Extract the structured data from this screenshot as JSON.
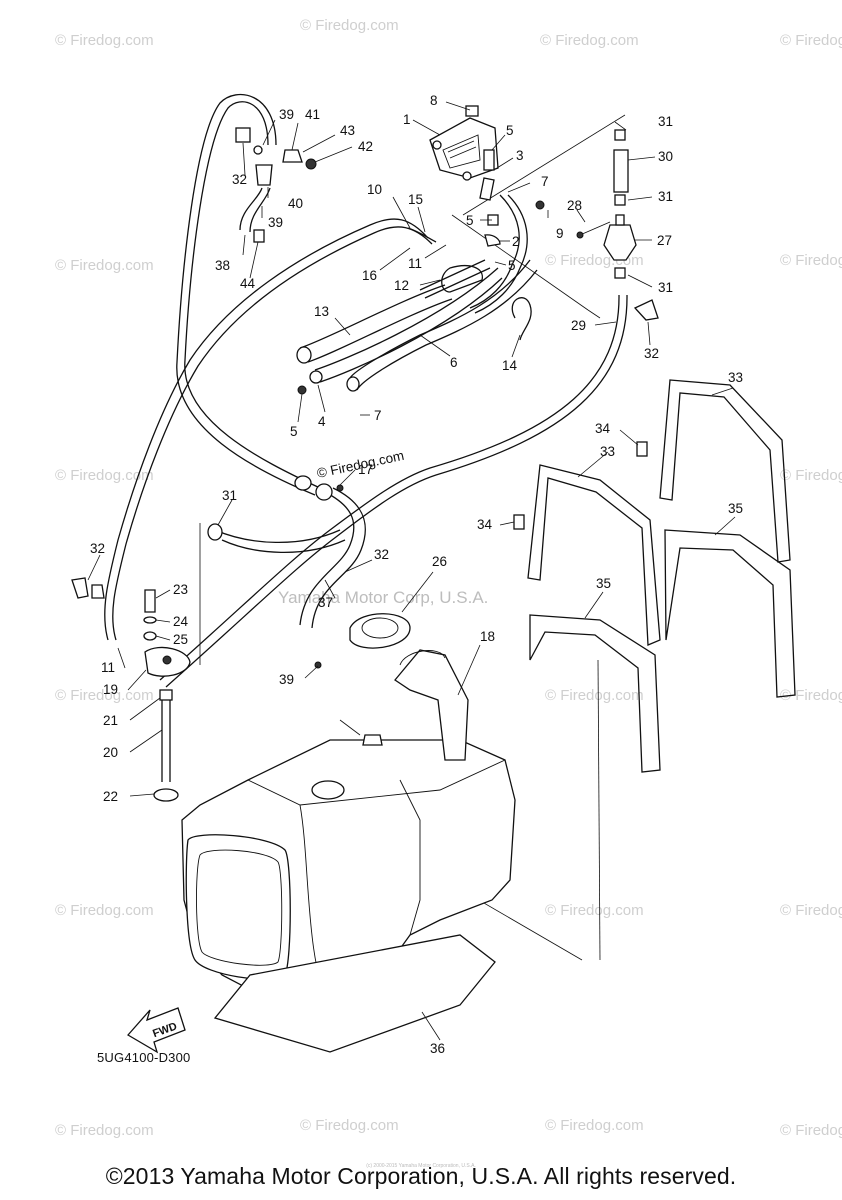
{
  "diagram": {
    "code": "5UG4100-D300",
    "copyright": "©2013 Yamaha Motor Corporation, U.S.A. All rights reserved.",
    "center_watermark": "Yamaha Motor Corp, U.S.A.",
    "tiny_credit": "(c) 2000-2015 Yamaha Motor Corporation, U.S.A.",
    "fwd_label": "FWD",
    "watermark": "© Firedog.com",
    "hose_watermark": "© Firedog.com"
  },
  "parts": {
    "p1": "1",
    "p2": "2",
    "p3": "3",
    "p4": "4",
    "p5a": "5",
    "p5b": "5",
    "p5c": "5",
    "p5d": "5",
    "p6": "6",
    "p7a": "7",
    "p7b": "7",
    "p8": "8",
    "p9": "9",
    "p10": "10",
    "p11a": "11",
    "p11b": "11",
    "p12": "12",
    "p13": "13",
    "p14": "14",
    "p15": "15",
    "p16": "16",
    "p17": "17",
    "p18": "18",
    "p19": "19",
    "p20": "20",
    "p21": "21",
    "p22": "22",
    "p23": "23",
    "p24": "24",
    "p25": "25",
    "p26": "26",
    "p27": "27",
    "p28": "28",
    "p29": "29",
    "p30": "30",
    "p31a": "31",
    "p31b": "31",
    "p31c": "31",
    "p31d": "31",
    "p32a": "32",
    "p32b": "32",
    "p32c": "32",
    "p32d": "32",
    "p33a": "33",
    "p33b": "33",
    "p34a": "34",
    "p34b": "34",
    "p35a": "35",
    "p35b": "35",
    "p36": "36",
    "p37": "37",
    "p38": "38",
    "p39a": "39",
    "p39b": "39",
    "p39c": "39",
    "p40": "40",
    "p41": "41",
    "p42": "42",
    "p43": "43",
    "p44": "44"
  }
}
